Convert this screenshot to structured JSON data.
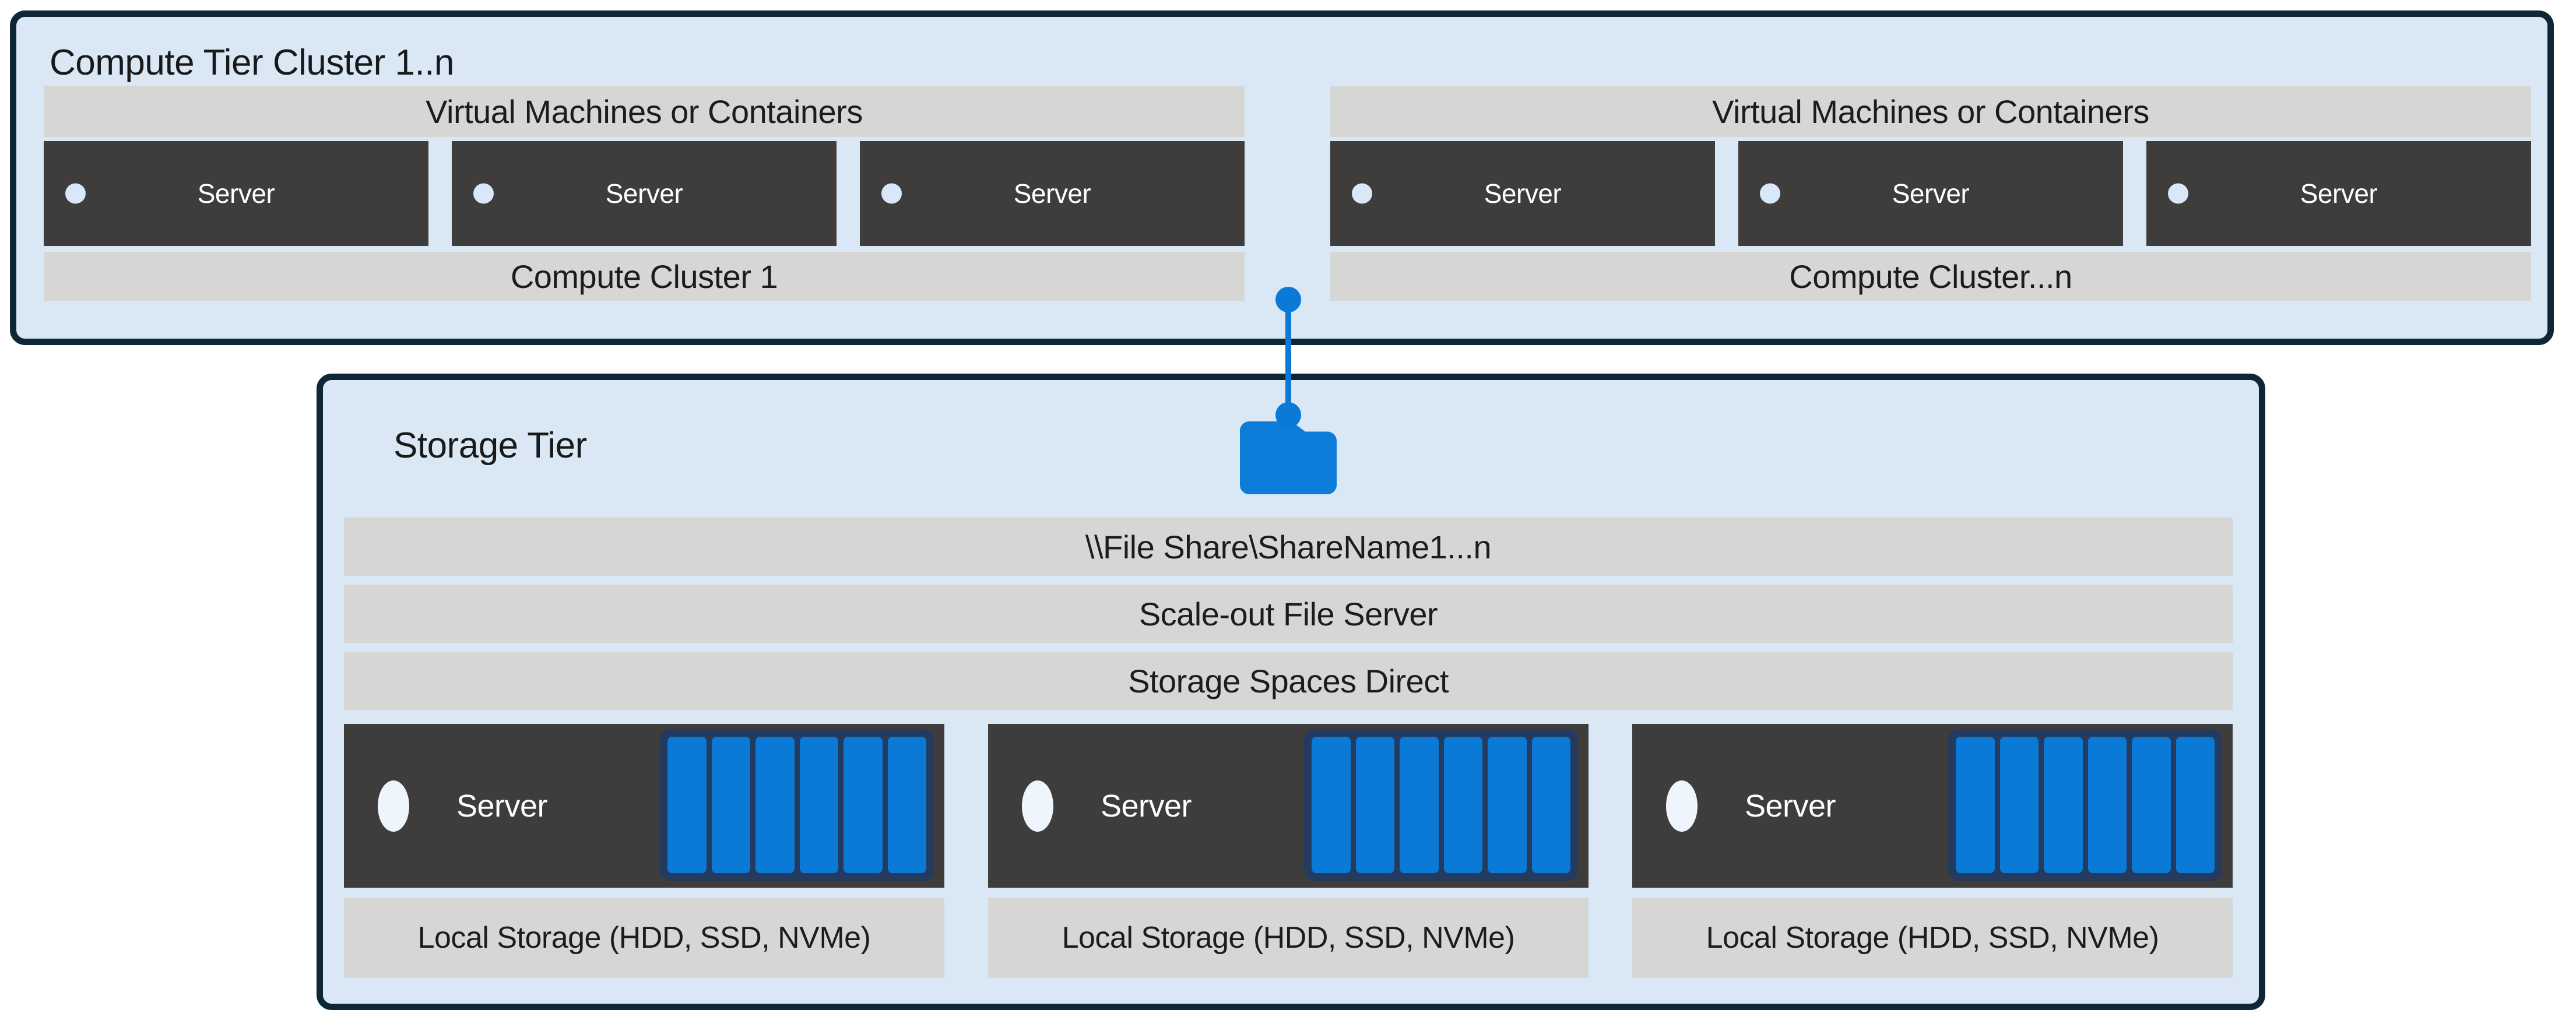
{
  "colors": {
    "accent_blue": "#0B7AD7",
    "tier_fill": "#DAE8F6",
    "tier_border": "#0E2736",
    "bar_gray": "#D6D6D4",
    "server_gray": "#3E3D3C",
    "disk_frame_navy": "#243A5E",
    "text_dark": "#1C1C1C",
    "text_light": "#FFFFFF"
  },
  "compute_tier": {
    "title": "Compute Tier Cluster 1..n",
    "clusters": [
      {
        "header": "Virtual Machines or Containers",
        "servers": [
          "Server",
          "Server",
          "Server"
        ],
        "footer": "Compute Cluster 1"
      },
      {
        "header": "Virtual Machines or Containers",
        "servers": [
          "Server",
          "Server",
          "Server"
        ],
        "footer": "Compute Cluster...n"
      }
    ]
  },
  "storage_tier": {
    "title": "Storage Tier",
    "layers": {
      "file_share": "\\\\File Share\\ShareName1...n",
      "sofs": "Scale-out File Server",
      "s2d": "Storage Spaces Direct"
    },
    "servers": [
      {
        "label": "Server",
        "disk_count": 6,
        "storage_label": "Local Storage (HDD, SSD, NVMe)"
      },
      {
        "label": "Server",
        "disk_count": 6,
        "storage_label": "Local Storage (HDD, SSD, NVMe)"
      },
      {
        "label": "Server",
        "disk_count": 6,
        "storage_label": "Local Storage (HDD, SSD, NVMe)"
      }
    ]
  }
}
